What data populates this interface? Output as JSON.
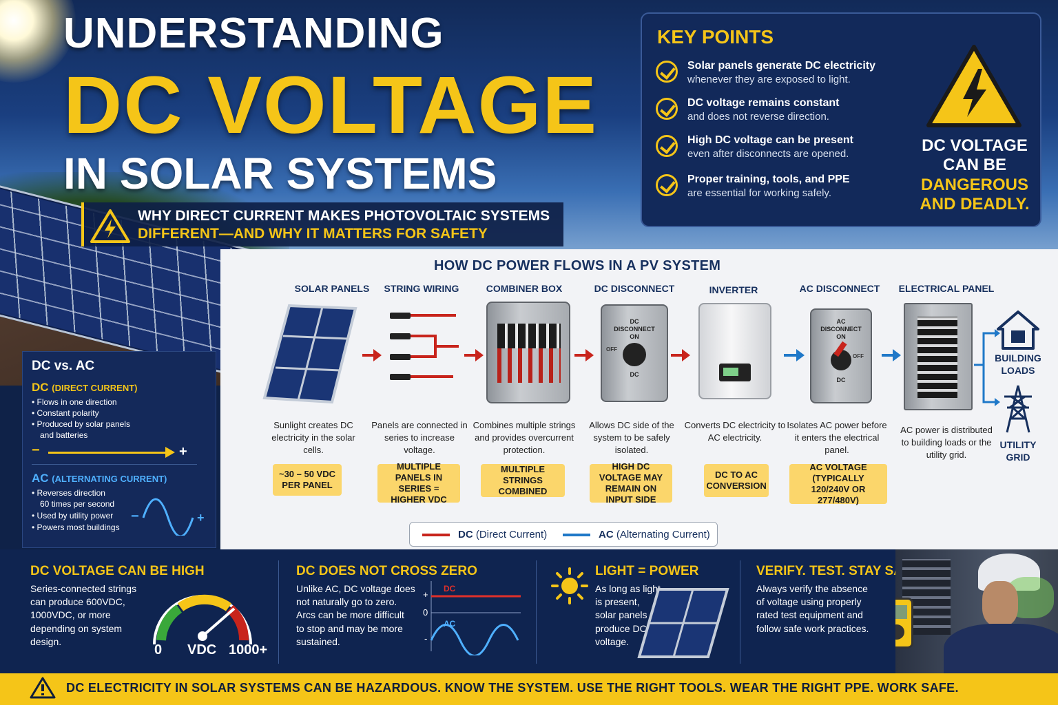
{
  "hero": {
    "title_line1": "UNDERSTANDING",
    "title_line2": "DC VOLTAGE",
    "title_line3": "IN SOLAR SYSTEMS",
    "subtitle_line1": "WHY DIRECT CURRENT MAKES PHOTOVOLTAIC SYSTEMS",
    "subtitle_line2": "DIFFERENT—AND WHY IT MATTERS FOR SAFETY"
  },
  "key_points": {
    "title": "KEY POINTS",
    "items": [
      {
        "heading": "Solar panels generate DC electricity",
        "detail": "whenever they are exposed to light."
      },
      {
        "heading": "DC voltage remains constant",
        "detail": "and does not reverse direction."
      },
      {
        "heading": "High DC voltage can be present",
        "detail": "even after disconnects are opened."
      },
      {
        "heading": "Proper training, tools, and PPE",
        "detail": "are essential for working safely."
      }
    ],
    "warning_line1": "DC VOLTAGE",
    "warning_line2": "CAN BE",
    "warning_line3": "DANGEROUS",
    "warning_line4": "AND DEADLY."
  },
  "flow": {
    "title": "HOW DC POWER FLOWS IN A PV SYSTEM",
    "stages": [
      {
        "label": "SOLAR PANELS",
        "desc": "Sunlight creates DC electricity in the solar cells.",
        "tag": "~30 – 50 VDC PER PANEL"
      },
      {
        "label": "STRING WIRING",
        "desc": "Panels are connected in series to increase voltage.",
        "tag": "MULTIPLE PANELS IN SERIES = HIGHER VDC"
      },
      {
        "label": "COMBINER BOX",
        "desc": "Combines multiple strings and provides overcurrent protection.",
        "tag": "MULTIPLE STRINGS COMBINED"
      },
      {
        "label": "DC DISCONNECT",
        "desc": "Allows DC side of the system to be safely isolated.",
        "tag": "HIGH DC VOLTAGE MAY REMAIN ON INPUT SIDE"
      },
      {
        "label": "INVERTER",
        "desc": "Converts DC electricity to AC electricity.",
        "tag": "DC TO AC CONVERSION"
      },
      {
        "label": "AC DISCONNECT",
        "desc": "Isolates AC power before it enters the electrical panel.",
        "tag": "AC VOLTAGE (TYPICALLY 120/240V OR 277/480V)"
      },
      {
        "label": "ELECTRICAL PANEL",
        "desc": "AC power is distributed to building loads or the utility grid."
      }
    ],
    "dc_disc_face": {
      "line1": "DC",
      "line2": "DISCONNECT",
      "on": "ON",
      "off": "OFF",
      "bottom": "DC"
    },
    "ac_disc_face": {
      "line1": "AC",
      "line2": "DISCONNECT",
      "on": "ON",
      "off": "OFF",
      "bottom": "DC"
    },
    "building_loads": "BUILDING LOADS",
    "utility_grid": "UTILITY GRID",
    "legend_dc_key": "DC",
    "legend_dc_text": "(Direct Current)",
    "legend_ac_key": "AC",
    "legend_ac_text": "(Alternating Current)"
  },
  "dc_vs_ac": {
    "title": "DC vs. AC",
    "dc_title": "DC",
    "dc_title_small": "(DIRECT CURRENT)",
    "dc_bullets": [
      "• Flows in one direction",
      "• Constant polarity",
      "• Produced by solar panels",
      "and batteries"
    ],
    "ac_title": "AC",
    "ac_title_small": "(ALTERNATING CURRENT)",
    "ac_bullets": [
      "• Reverses direction",
      "60 times per second",
      "• Used by utility power",
      "• Powers most buildings"
    ],
    "minus": "−",
    "plus": "+"
  },
  "bottom": {
    "high": {
      "title": "DC VOLTAGE CAN BE HIGH",
      "text": [
        "Series-connected strings",
        "can produce 600VDC,",
        "1000VDC, or more",
        "depending on system",
        "design."
      ],
      "gauge_min": "0",
      "gauge_unit": "VDC",
      "gauge_max": "1000+"
    },
    "zero": {
      "title": "DC DOES NOT CROSS ZERO",
      "text": [
        "Unlike AC, DC voltage does",
        "not naturally go to zero.",
        "Arcs can be more difficult",
        "to stop and may be more",
        "sustained."
      ],
      "dc_label": "DC",
      "ac_label": "AC",
      "plus": "+",
      "zero": "0",
      "minus": "-"
    },
    "light": {
      "title": "LIGHT = POWER",
      "text": [
        "As long as light",
        "is present,",
        "solar panels",
        "produce DC",
        "voltage."
      ]
    },
    "verify": {
      "title": "VERIFY. TEST. STAY SAFE.",
      "text": [
        "Always verify the absence",
        "of voltage using properly",
        "rated test equipment and",
        "follow safe work practices."
      ]
    }
  },
  "footer": {
    "text": "DC ELECTRICITY IN SOLAR SYSTEMS CAN BE HAZARDOUS.  KNOW THE SYSTEM. USE THE RIGHT TOOLS. WEAR THE  RIGHT PPE. WORK SAFE."
  },
  "colors": {
    "navy": "#0f2248",
    "yellow": "#f5c518",
    "dc_red": "#c8241c",
    "ac_blue": "#1f78c8"
  }
}
